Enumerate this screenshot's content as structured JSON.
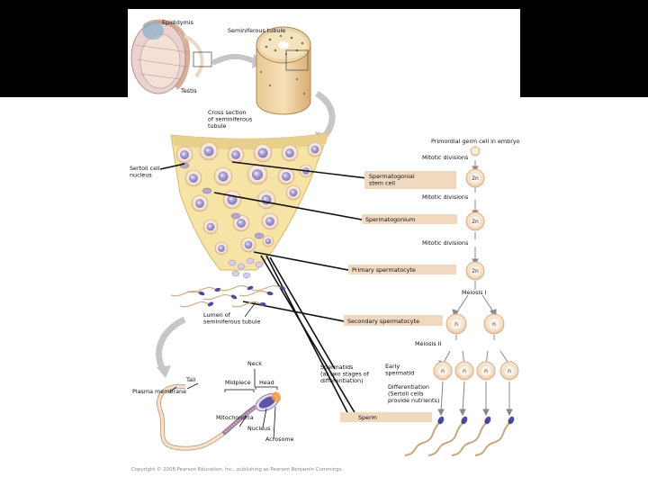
{
  "labels": {
    "epididymis": "Epididymis",
    "seminiferous_tubule": "Seminiferous tubule",
    "testis": "Testis",
    "cross_section": [
      "Cross section",
      "of seminiferous",
      "tubule"
    ],
    "primordial": "Primordial germ cell in embryo",
    "mitotic": "Mitotic divisions",
    "sertoli": [
      "Sertoli cell",
      "nucleus"
    ],
    "stem": [
      "Spermatogonial",
      "stem cell"
    ],
    "spermatogonium": "Spermatogonium",
    "primary": "Primary spermatocyte",
    "meiosis1": "Meiosis I",
    "lumen": [
      "Lumen of",
      "seminiferous tubule"
    ],
    "secondary": "Secondary spermatocyte",
    "meiosis2": "Meiosis II",
    "spermatids": [
      "Spermatids",
      "(at two stages of",
      "differentiation)"
    ],
    "early": [
      "Early",
      "spermatid"
    ],
    "differentiation": [
      "Differentiation",
      "(Sertoli cells",
      "provide nutrients)"
    ],
    "sperm": "Sperm",
    "neck": "Neck",
    "tail": "Tail",
    "midpiece": "Midpiece",
    "head": "Head",
    "plasma": "Plasma membrane",
    "mitochondria": "Mitochondria",
    "nucleus": "Nucleus",
    "acrosome": "Acrosome",
    "copyright": "Copyright © 2008 Pearson Education, Inc., publishing as Pearson Benjamin Cummings."
  },
  "ploidy": {
    "diploid": "2n",
    "haploid": "n"
  },
  "colors": {
    "tissue": "#f6e3a6",
    "tissue_edge": "#d9b867",
    "nucleus": "#9b8fc8",
    "cell_fill": "#fbf2e3",
    "cell_ring": "#e9c9a8",
    "badge": "#f1d9c0",
    "sperm_head": "#4f4aa0"
  }
}
